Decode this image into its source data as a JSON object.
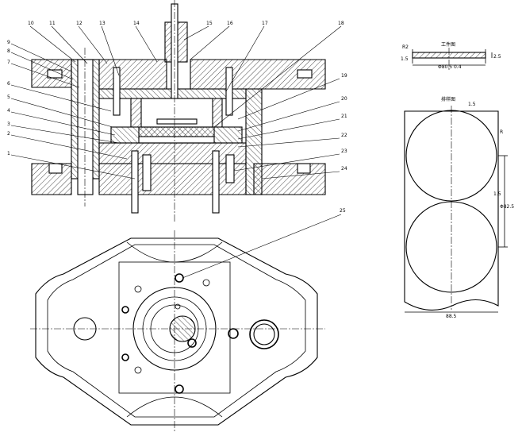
{
  "callouts": {
    "top_left": [
      "10",
      "11",
      "12",
      "13",
      "14",
      "15",
      "16",
      "17",
      "18"
    ],
    "left_side": [
      "9",
      "8",
      "7",
      "6",
      "5",
      "4",
      "3",
      "2",
      "1"
    ],
    "right_side": [
      "19",
      "20",
      "21",
      "22",
      "23",
      "24"
    ],
    "plan_view": [
      "25"
    ]
  },
  "part_drawing": {
    "title": "工件图",
    "dims": {
      "left_thickness": "1.5",
      "right_height": "2.5",
      "chamfer": "R2",
      "bottom": "Φ80.5 0.4"
    }
  },
  "layout_drawing": {
    "title": "排样图",
    "dims": {
      "top_gap": "1.5",
      "side_radius": "R",
      "pitch_gap": "1.5",
      "pitch": "Φ82.5",
      "width": "88.5"
    }
  }
}
